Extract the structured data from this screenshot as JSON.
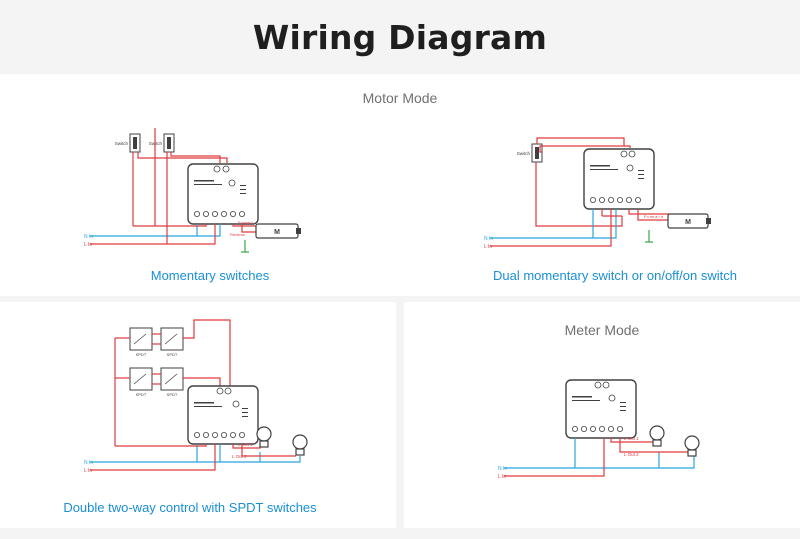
{
  "header": {
    "title": "Wiring Diagram"
  },
  "colors": {
    "red": "#e03a3e",
    "blue": "#2aa5dd",
    "green": "#3aa648",
    "caption": "#1a8fd6",
    "device": "#404040"
  },
  "motor_mode": {
    "title": "Motor Mode",
    "left": {
      "caption": "Momentary switches",
      "switch_label_1": "Switch",
      "switch_label_2": "Switch",
      "n_in": "N In",
      "l_in": "L In",
      "forward": "Forward",
      "reverse": "Reverse",
      "motor": "M"
    },
    "right": {
      "caption": "Dual momentary switch or on/off/on switch",
      "switch_label": "Switch",
      "n_in": "N In",
      "l_in": "L In",
      "forward_reverse": "Fo rw a r d",
      "motor": "M"
    }
  },
  "spdt": {
    "caption": "Double two-way control with SPDT switches",
    "spdt_label": "SPDT",
    "n_in": "N In",
    "l_in": "L In",
    "l_out_1": "L Out 1",
    "l_out_2": "L Out 2"
  },
  "meter_mode": {
    "title": "Meter Mode",
    "n_in": "N In",
    "l_in": "L In",
    "l_out_1": "L Out 1",
    "l_out_2": "L Out 2"
  }
}
